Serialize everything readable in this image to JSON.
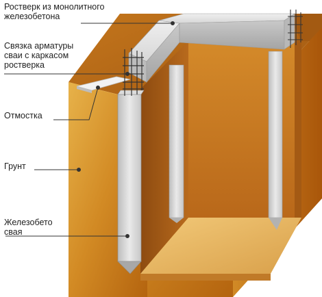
{
  "labels": {
    "grillage": [
      "Ростверк из монолитного",
      "железобетона"
    ],
    "rebar_tie": [
      "Связка арматуры",
      "сваи с каркасом",
      "ростверка"
    ],
    "blind_area": [
      "Отмостка"
    ],
    "soil": [
      "Грунт"
    ],
    "pile": [
      "Железобето",
      "свая"
    ]
  },
  "colors": {
    "soil_top": "#c97a1c",
    "soil_mid": "#d4962e",
    "soil_dark": "#8a4a0a",
    "concrete_light": "#e2e2e2",
    "concrete_dark": "#a8a8a8",
    "sand": "#e9b860",
    "rebar": "#333333",
    "leader": "#333333"
  }
}
